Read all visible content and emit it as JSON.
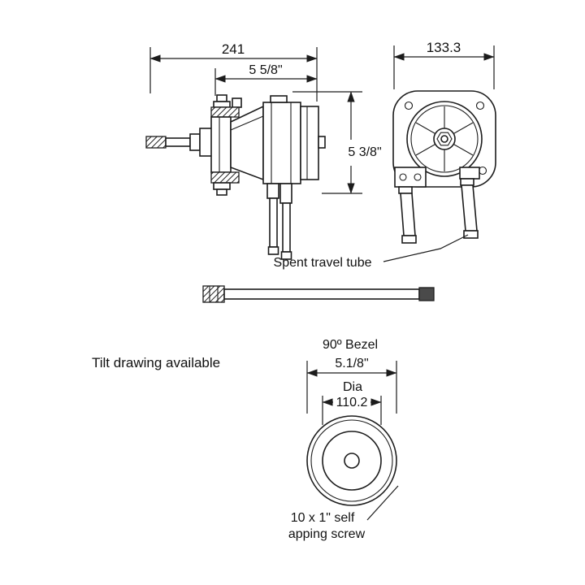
{
  "page": {
    "background": "#ffffff",
    "line_color": "#1c1c1c"
  },
  "side_view": {
    "width_mm": "241",
    "width_in": "5 5/8\"",
    "height_in": "5 3/8\""
  },
  "rear_view": {
    "width_mm": "133.3"
  },
  "labels": {
    "spent_travel_tube": "Spent travel tube",
    "tilt_drawing": "Tilt drawing available"
  },
  "bezel": {
    "title": "90º Bezel",
    "diameter_in": "5.1/8\"",
    "dia_label": "Dia",
    "diameter_mm": "110.2",
    "screw_line1": "10 x 1\" self",
    "screw_line2": "apping screw"
  }
}
